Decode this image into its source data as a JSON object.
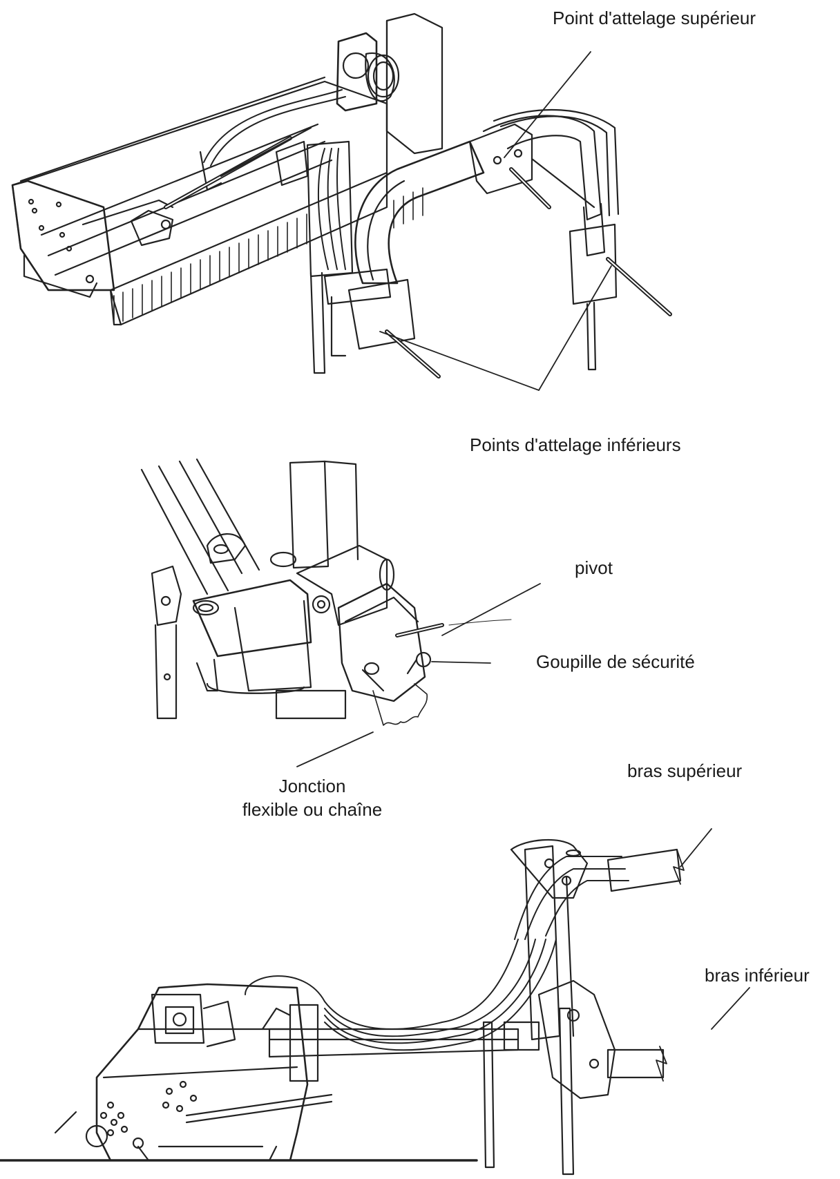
{
  "figures": {
    "top": {
      "upper_hitch_label": "Point d'attelage supérieur",
      "lower_hitch_label": "Points d'attelage inférieurs"
    },
    "middle": {
      "pivot_label": "pivot",
      "safety_pin_label": "Goupille de sécurité",
      "junction_line1": "Jonction",
      "junction_line2": "flexible ou chaîne"
    },
    "bottom": {
      "upper_arm_label": "bras supérieur",
      "lower_arm_label": "bras inférieur"
    }
  }
}
